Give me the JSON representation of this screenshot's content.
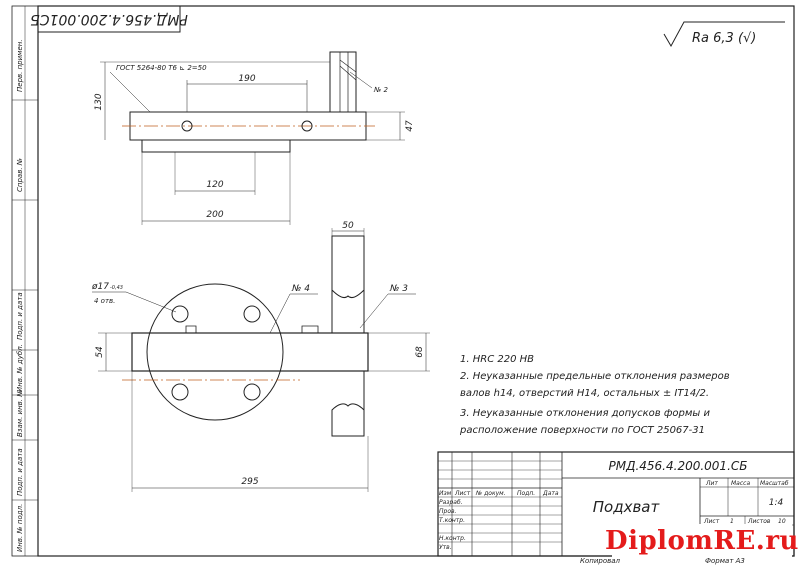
{
  "stamp_code": "РМД.456.4.200.001СБ",
  "roughness": "Ra 6,3 (√)",
  "top_view": {
    "gost_note": "ГОСТ 5264-80 Т6 ⊾ 2=50",
    "dim_hole_spacing": "190",
    "dim_height_left": "130",
    "dim_height_right": "47",
    "dim_lower_120": "120",
    "dim_lower_200": "200",
    "leader_2": "№ 2"
  },
  "front_view": {
    "dim_50": "50",
    "hole_note": "ø17",
    "hole_tol": "-0,43",
    "hole_count": "4 отв.",
    "leader_4": "№ 4",
    "leader_3": "№ 3",
    "dim_54": "54",
    "dim_68": "68",
    "dim_295": "295"
  },
  "notes": [
    "1. НRC 220 HB",
    "2. Неуказанные предельные отклонения размеров",
    "валов h14, отверстий H14, остальных ± IT14/2.",
    "3. Неуказанные отклонения допусков формы и",
    "расположение поверхности по ГОСТ 25067-31"
  ],
  "title_block": {
    "code": "РМД.456.4.200.001.СБ",
    "name": "Подхват",
    "lit_label": "Лит",
    "mass_label": "Масса",
    "scale_label": "Масштаб",
    "scale_value": "1:4",
    "sheet_label": "Лист",
    "sheet_value": "1",
    "sheets_label": "Листов",
    "sheets_value": "10",
    "rows": [
      "Изм",
      "Лист",
      "№ докум.",
      "Подп.",
      "Дата"
    ],
    "role_labels": [
      "Разраб.",
      "Пров.",
      "Т.контр.",
      "Н.контр.",
      "Утв."
    ],
    "copied_label": "Копировал",
    "format_label": "Формат A3"
  },
  "side_strip": [
    "Перв. примен.",
    "Справ. №",
    "Подп. и дата",
    "Инв. № дубл.",
    "Взам. инв. №",
    "Подп. и дата",
    "Инв. № подл."
  ],
  "watermark": "DiplomRE.ru"
}
